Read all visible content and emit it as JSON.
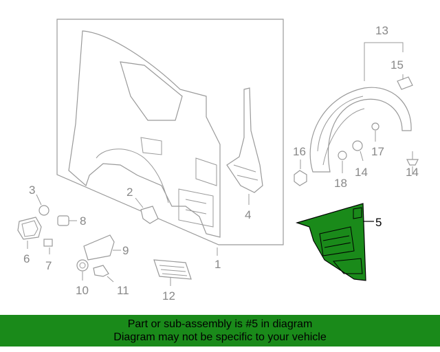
{
  "diagram": {
    "callouts": {
      "c1": "1",
      "c2": "2",
      "c3": "3",
      "c4": "4",
      "c5": "5",
      "c6": "6",
      "c7": "7",
      "c8": "8",
      "c9": "9",
      "c10": "10",
      "c11": "11",
      "c12": "12",
      "c13": "13",
      "c14a": "14",
      "c14b": "14",
      "c15": "15",
      "c16": "16",
      "c17": "17",
      "c18": "18"
    },
    "highlight_color": "#1a8a1a",
    "highlight_part": "5"
  },
  "banner": {
    "line1": "Part or sub-assembly is #5 in diagram",
    "line2": "Diagram may not be specific to your vehicle",
    "background": "#1a8a1a"
  }
}
